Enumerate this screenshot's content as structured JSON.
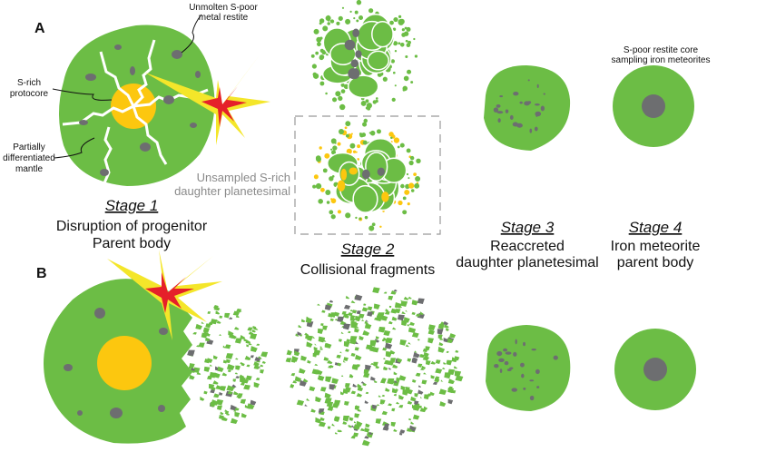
{
  "colors": {
    "green": "#6cbd45",
    "gray": "#6d6e70",
    "yellow": "#fcc70f",
    "red": "#e5202a"
  },
  "panels": {
    "a": "A",
    "b": "B"
  },
  "annotations": {
    "restite": [
      "Unmolten S-poor",
      "metal restite"
    ],
    "protocore": [
      "S-rich",
      "protocore"
    ],
    "mantle": [
      "Partially",
      "differentiated",
      "mantle"
    ],
    "unsampled": [
      "Unsampled S-rich",
      "daughter planetesimal"
    ],
    "restite_core": [
      "S-poor restite core",
      "sampling iron meteorites"
    ]
  },
  "stages": [
    {
      "title": "Stage 1",
      "caption": [
        "Disruption of progenitor",
        "Parent body"
      ]
    },
    {
      "title": "Stage 2",
      "caption": [
        "Collisional fragments"
      ]
    },
    {
      "title": "Stage 3",
      "caption": [
        "Reaccreted",
        "daughter planetesimal"
      ]
    },
    {
      "title": "Stage 4",
      "caption": [
        "Iron meteorite",
        "parent body"
      ]
    }
  ]
}
